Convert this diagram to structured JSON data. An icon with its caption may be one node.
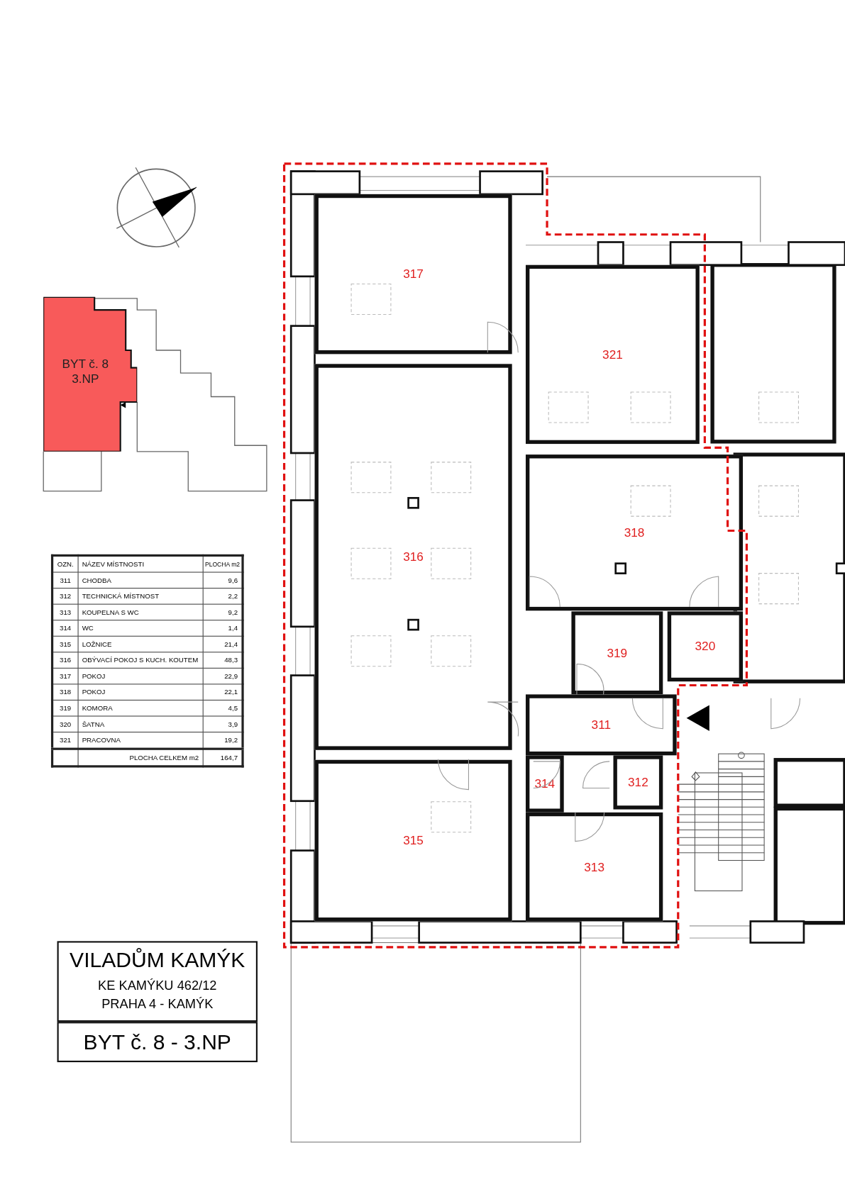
{
  "diagram": {
    "nodes": [
      {
        "text": [
          "317"
        ]
      },
      {
        "text": [
          "321"
        ]
      },
      {
        "text": [
          "BYT č. 8 3.NP"
        ]
      },
      {
        "text": [
          "318"
        ]
      },
      {
        "text": [
          "316"
        ]
      },
      {
        "text": [
          "319"
        ]
      },
      {
        "text": [
          "320"
        ]
      },
      {
        "text": [
          "311"
        ]
      },
      {
        "text": [
          "314"
        ]
      },
      {
        "text": [
          "312"
        ]
      },
      {
        "text": [
          "315"
        ]
      },
      {
        "text": [
          "313"
        ]
      },
      {
        "text": [
          "VILADŮM KAMÝK",
          "KE KAMÝKU 462/12 PRAHA 4 - KAMÝK"
        ]
      },
      {
        "text": [
          "BYT č. 8 - 3.NP"
        ]
      }
    ],
    "labels": [
      "OZN.",
      "NÁZEV MÍSTNOSTI",
      "PLOCHA m2",
      "311",
      "CHODBA",
      "9,6",
      "312",
      "TECHNICKÁ MÍSTNOST",
      "2,2",
      "313",
      "KOUPELNA S WC",
      "9,2",
      "314",
      "WC",
      "1,4",
      "315",
      "LOŽNICE",
      "21,4",
      "316",
      "OBÝVACÍ POKOJ S KUCH. KOUTEM",
      "48,3",
      "317",
      "POKOJ",
      "22,9",
      "318",
      "POKOJ",
      "22,1",
      "319",
      "KOMORA",
      "4,5",
      "320",
      "ŠATNA",
      "3,9",
      "321",
      "PRACOVNA",
      "19,2",
      "PLOCHA CELKEM m2",
      "164,7"
    ]
  }
}
